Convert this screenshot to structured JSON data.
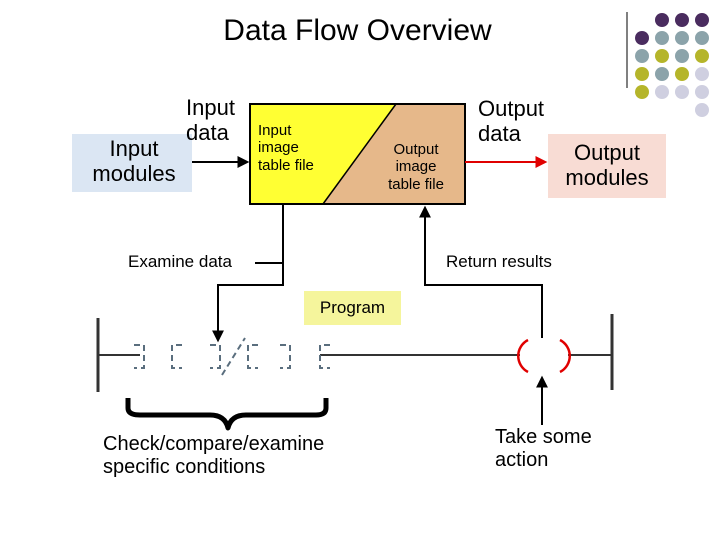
{
  "title": "Data Flow Overview",
  "input_modules": [
    "Input",
    "modules"
  ],
  "input_data": [
    "Input",
    "data"
  ],
  "input_image_table": [
    "Input",
    "image",
    "table file"
  ],
  "output_image_table": [
    "Output",
    "image",
    "table  file"
  ],
  "output_data": [
    "Output",
    "data"
  ],
  "output_modules": [
    "Output",
    "modules"
  ],
  "examine_data": "Examine data",
  "return_results": "Return results",
  "program": "Program",
  "check_conditions": [
    "Check/compare/examine",
    "specific conditions"
  ],
  "take_action": [
    "Take some",
    "action"
  ],
  "colors": {
    "input_image_fill": "#ffff33",
    "output_image_fill": "#e6b88a",
    "input_modules_fill": "#dbe6f3",
    "output_modules_fill": "#f8dcd4",
    "program_fill": "#f5f59c",
    "output_arrow": "#e00000",
    "contact_dashes": "#5a6e7e",
    "coil": "#e00000",
    "dot_purple": "#4a2c5f",
    "dot_teal": "#8ba3aa",
    "dot_olive": "#b5b52a",
    "dot_lavender": "#cfcfe0"
  }
}
